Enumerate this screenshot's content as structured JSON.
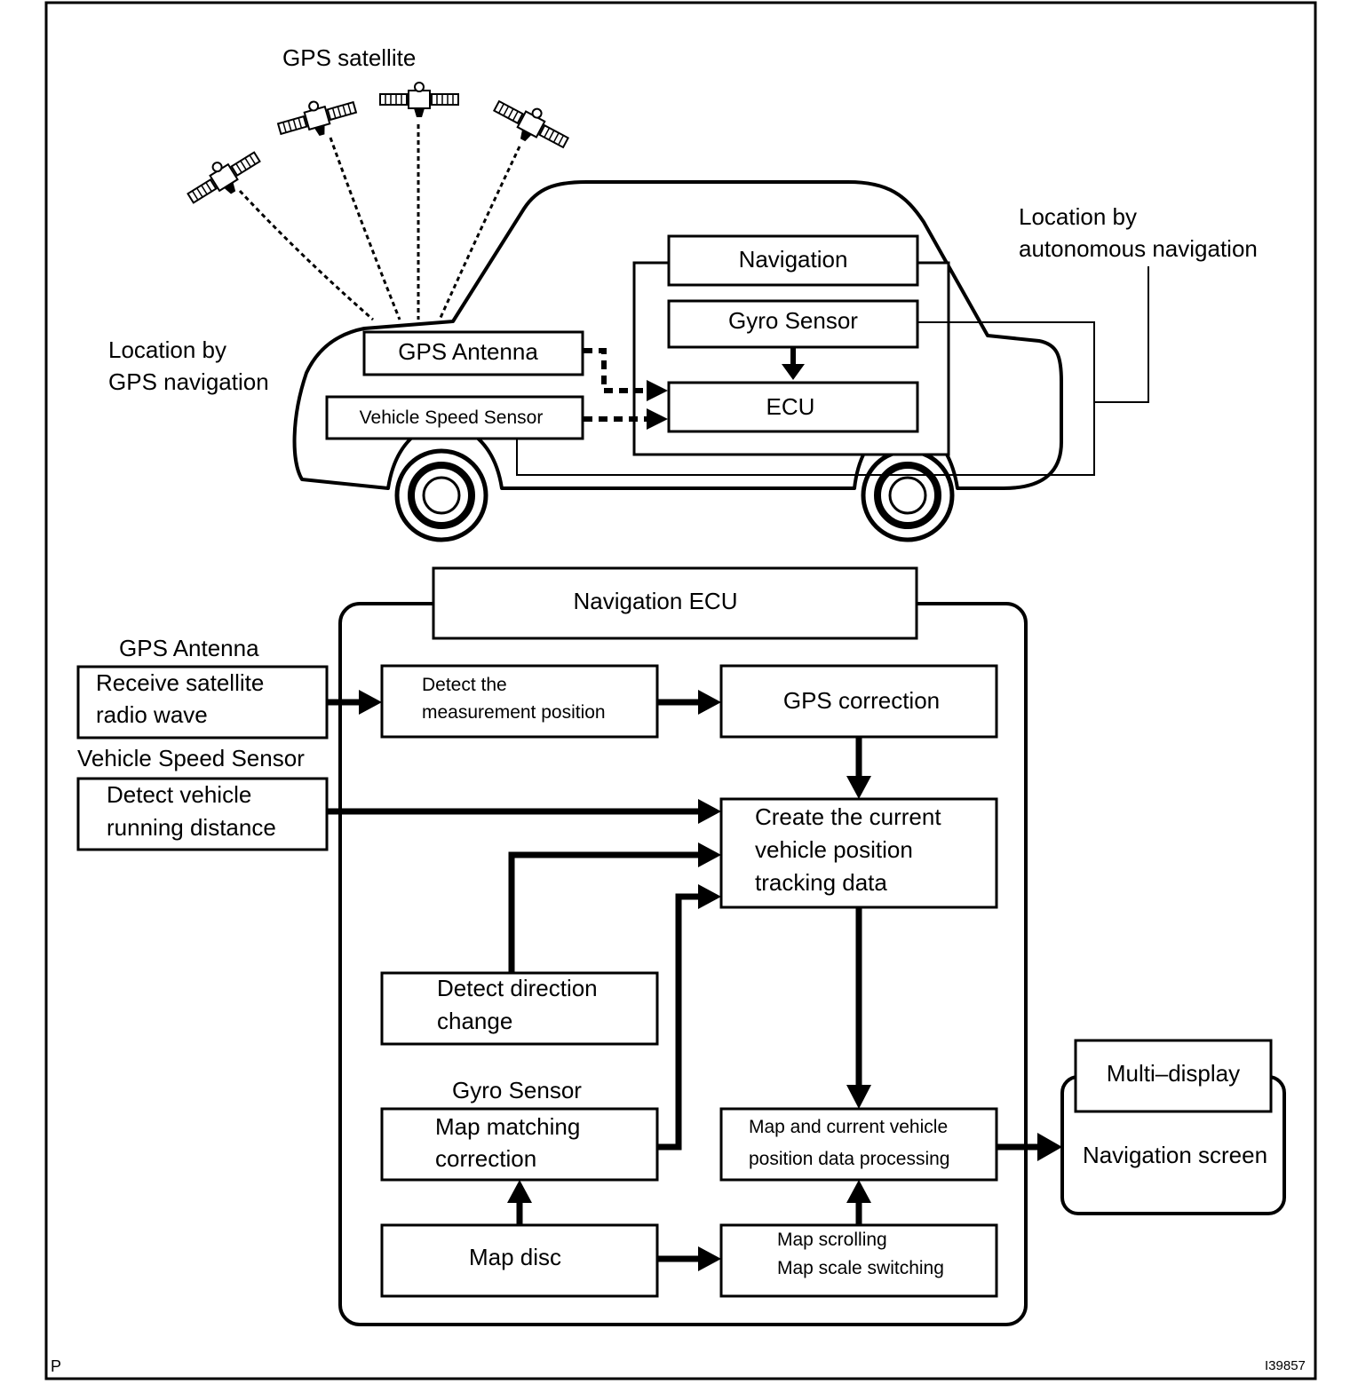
{
  "top": {
    "gps_satellite": "GPS satellite",
    "location_gps": [
      "Location by",
      "GPS navigation"
    ],
    "location_auto": [
      "Location by",
      "autonomous navigation"
    ],
    "navigation": "Navigation",
    "gyro_sensor": "Gyro Sensor",
    "ecu": "ECU",
    "gps_antenna": "GPS Antenna",
    "vehicle_speed_sensor": "Vehicle Speed Sensor"
  },
  "bottom": {
    "navigation_ecu": "Navigation ECU",
    "gps_antenna_label": "GPS Antenna",
    "receive": [
      "Receive satellite",
      "radio wave"
    ],
    "vss_label": "Vehicle Speed Sensor",
    "detect_distance": [
      "Detect vehicle",
      "running distance"
    ],
    "detect_measure": [
      "Detect the",
      "measurement position"
    ],
    "gps_correction": "GPS correction",
    "create_tracking": [
      "Create the current",
      "vehicle position",
      "tracking data"
    ],
    "detect_direction": [
      "Detect direction",
      "change"
    ],
    "gyro_label": "Gyro Sensor",
    "map_matching": [
      "Map matching",
      "correction"
    ],
    "map_disc": "Map disc",
    "map_processing": [
      "Map and current vehicle",
      "position data processing"
    ],
    "map_scroll": [
      "Map scrolling",
      "Map scale switching"
    ],
    "multi_display": "Multi–display",
    "nav_screen": "Navigation screen"
  },
  "footer": {
    "left": "P",
    "right": "I39857"
  }
}
